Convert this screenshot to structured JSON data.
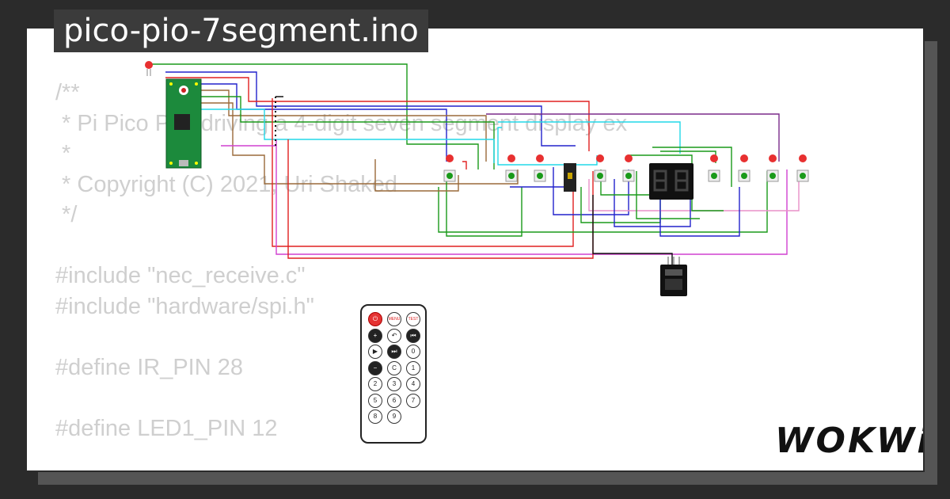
{
  "project": {
    "title": "pico-pio-7segment.ino"
  },
  "code_lines": [
    "/**",
    " * Pi Pico PIO driving a 4-digit seven segment display ex",
    " *",
    " * Copyright (C) 2021, Uri Shaked",
    " */",
    "",
    "#include \"nec_receive.c\"",
    "#include \"hardware/spi.h\"",
    "",
    "#define IR_PIN 28",
    "",
    "#define LED1_PIN 12"
  ],
  "brand": {
    "logo": "WOKWi"
  },
  "remote": {
    "buttons": [
      {
        "id": "power",
        "label": "⏻",
        "style": "red"
      },
      {
        "id": "menu",
        "label": "MENU",
        "style": "redtxt"
      },
      {
        "id": "test",
        "label": "TEST",
        "style": "redtxt"
      },
      {
        "id": "plus",
        "label": "+",
        "style": "dark"
      },
      {
        "id": "back",
        "label": "↶",
        "style": "plain"
      },
      {
        "id": "prev",
        "label": "⏮",
        "style": "dark"
      },
      {
        "id": "play",
        "label": "▶",
        "style": "plain"
      },
      {
        "id": "next",
        "label": "⏭",
        "style": "dark"
      },
      {
        "id": "zero",
        "label": "0",
        "style": "plain"
      },
      {
        "id": "minus",
        "label": "−",
        "style": "dark"
      },
      {
        "id": "clear",
        "label": "C",
        "style": "plain"
      },
      {
        "id": "one",
        "label": "1",
        "style": "plain"
      },
      {
        "id": "two",
        "label": "2",
        "style": "plain"
      },
      {
        "id": "three",
        "label": "3",
        "style": "plain"
      },
      {
        "id": "four",
        "label": "4",
        "style": "plain"
      },
      {
        "id": "five",
        "label": "5",
        "style": "plain"
      },
      {
        "id": "six",
        "label": "6",
        "style": "plain"
      },
      {
        "id": "seven",
        "label": "7",
        "style": "plain"
      },
      {
        "id": "eight",
        "label": "8",
        "style": "plain"
      },
      {
        "id": "nine",
        "label": "9",
        "style": "plain"
      }
    ]
  },
  "colors": {
    "wire_red": "#e02020",
    "wire_green": "#1a9a1a",
    "wire_blue": "#2222cc",
    "wire_cyan": "#22d8e8",
    "wire_magenta": "#d040d0",
    "wire_brown": "#9a6a3a",
    "wire_purple": "#7a2a8a",
    "wire_pink": "#e890c8",
    "wire_black": "#111111",
    "board_green": "#1c8a3c",
    "led_red": "#e83030"
  }
}
